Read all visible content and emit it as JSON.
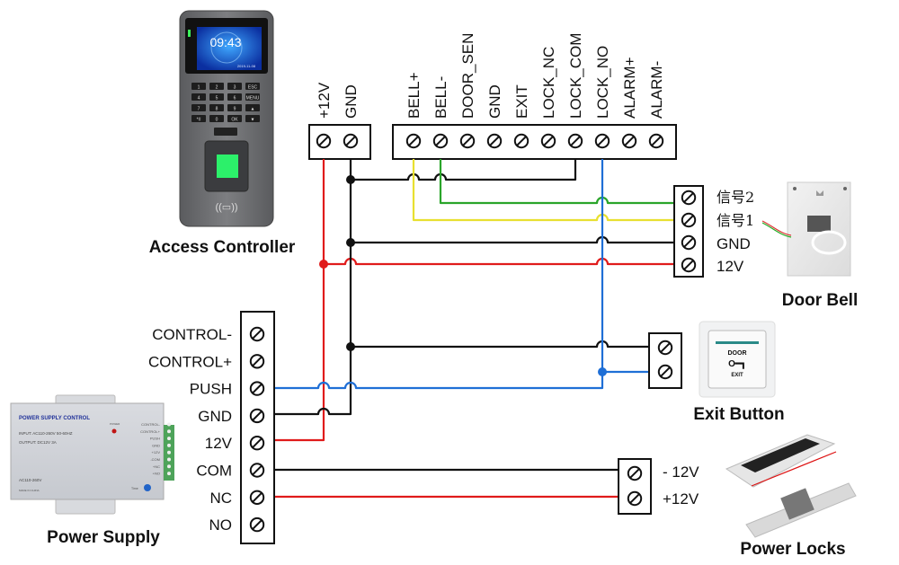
{
  "diagram": {
    "devices": {
      "access_controller": {
        "title": "Access Controller",
        "screen_time": "09:43",
        "screen_date": "2019-11-08",
        "keypad": [
          "1",
          "2",
          "3",
          "ESC",
          "4",
          "5",
          "6",
          "MENU",
          "7",
          "8",
          "9",
          "▲",
          "*#",
          "0",
          "OK",
          "▼"
        ]
      },
      "door_bell": {
        "title": "Door Bell",
        "pins": [
          "信号2",
          "信号1",
          "GND",
          "12V"
        ]
      },
      "exit_button": {
        "title": "Exit Button",
        "face_top": "DOOR",
        "face_bottom": "EXIT"
      },
      "power_supply": {
        "title": "Power Supply",
        "label_brand": "POWER SUPPLY CONTROL",
        "label_input": "INPUT: AC110-260V 50-60HZ",
        "label_output": "OUTPUT: DC12V  3A",
        "label_ac": "AC110-260V",
        "label_made": "MADE IN CHINA",
        "label_power": "POWER",
        "label_time": "Time",
        "side_pins": [
          "CONTROL-",
          "CONTROL+",
          "PUSH",
          "GND",
          "+12V",
          "-COM",
          "+NC",
          "+NO"
        ],
        "pins": [
          "CONTROL-",
          "CONTROL+",
          "PUSH",
          "GND",
          "12V",
          "COM",
          "NC",
          "NO"
        ]
      },
      "power_locks": {
        "title": "Power Locks",
        "pins": [
          "- 12V",
          "+12V"
        ]
      }
    },
    "controller_power_terminals": [
      "+12V",
      "GND"
    ],
    "controller_terminals": [
      "BELL+",
      "BELL-",
      "DOOR_SEN",
      "GND",
      "EXIT",
      "LOCK_NC",
      "LOCK_COM",
      "LOCK_NO",
      "ALARM+",
      "ALARM-"
    ],
    "wire_colors": {
      "red": "#e01b1b",
      "black": "#111111",
      "yellow": "#e8e030",
      "green": "#2aa52a",
      "blue": "#1f6fd6"
    },
    "connections": [
      {
        "from": "+12V",
        "to": "Power Supply 12V",
        "color": "red"
      },
      {
        "from": "+12V",
        "to": "Door Bell 12V",
        "color": "red"
      },
      {
        "from": "GND",
        "to": "Power Supply GND",
        "color": "black"
      },
      {
        "from": "GND",
        "to": "LOCK_COM",
        "color": "black"
      },
      {
        "from": "GND",
        "to": "Door Bell GND",
        "color": "black"
      },
      {
        "from": "GND",
        "to": "Exit Button",
        "color": "black"
      },
      {
        "from": "BELL+",
        "to": "Door Bell 信号1",
        "color": "yellow"
      },
      {
        "from": "BELL-",
        "to": "Door Bell 信号2",
        "color": "green"
      },
      {
        "from": "LOCK_NO",
        "to": "Power Supply PUSH",
        "color": "blue"
      },
      {
        "from": "LOCK_NO",
        "to": "Exit Button",
        "color": "blue"
      },
      {
        "from": "Power Supply COM",
        "to": "Power Locks - 12V",
        "color": "black"
      },
      {
        "from": "Power Supply NC",
        "to": "Power Locks +12V",
        "color": "red"
      }
    ]
  }
}
